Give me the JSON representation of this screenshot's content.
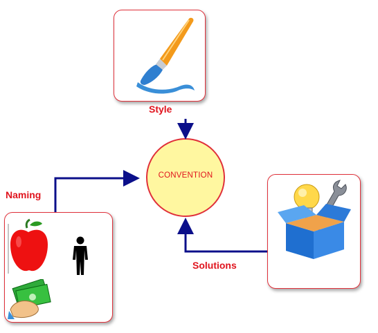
{
  "diagram": {
    "center": {
      "label": "CONVENTION"
    },
    "nodes": [
      {
        "id": "style",
        "label": "Style",
        "icon": "paintbrush-icon"
      },
      {
        "id": "naming",
        "label": "Naming",
        "icons": [
          "apple-icon",
          "person-icon",
          "money-hand-icon"
        ]
      },
      {
        "id": "solutions",
        "label": "Solutions",
        "icon": "lightbulb-wrench-box-icon"
      }
    ]
  },
  "colors": {
    "label_red": "#e0141e",
    "card_border": "#e0303a",
    "arrow_blue": "#0b0f8a",
    "circle_fill": "#fff7a0",
    "circle_border": "#e0303a"
  }
}
